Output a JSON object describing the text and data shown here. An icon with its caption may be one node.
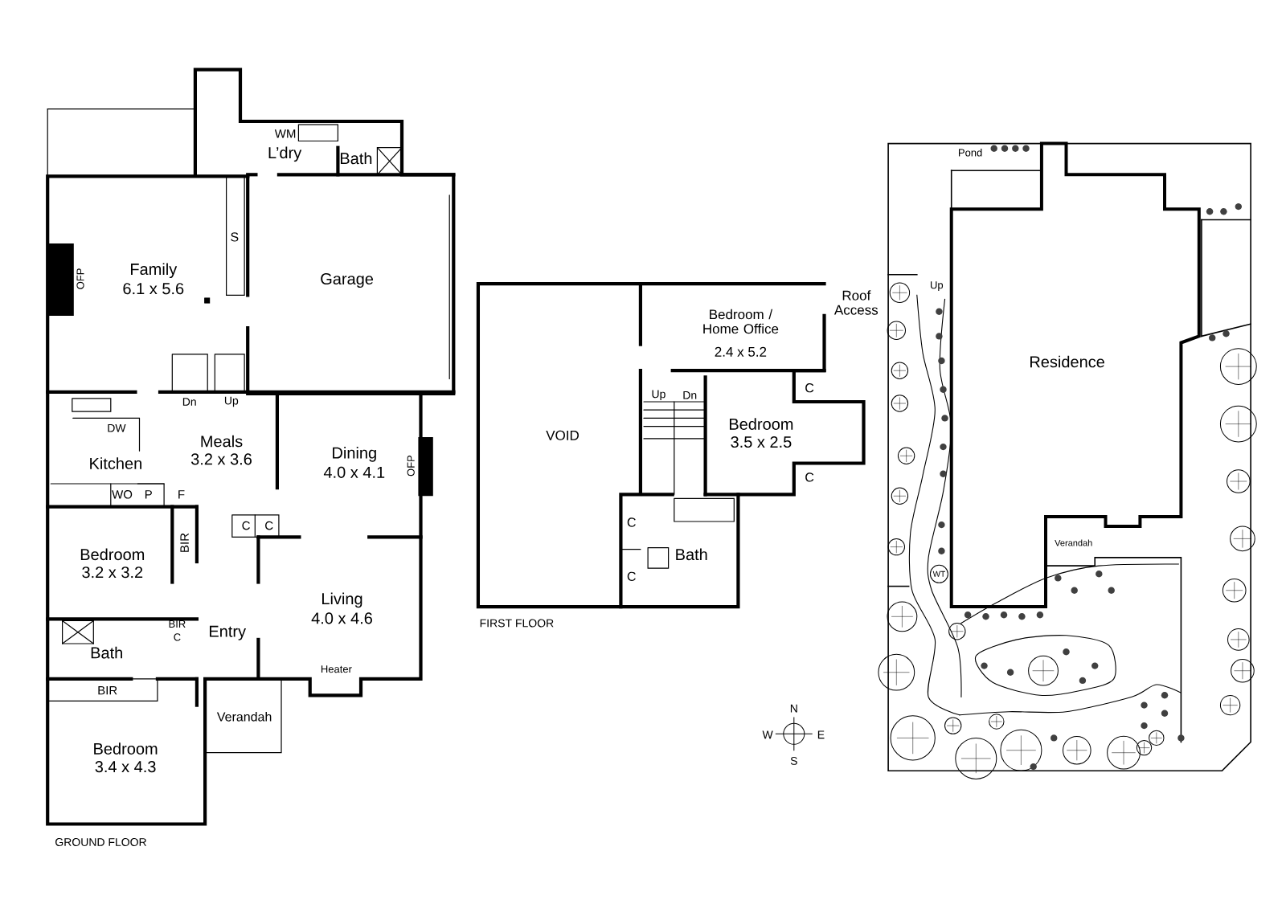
{
  "diagram": {
    "labels": [
      "WM",
      "L’dry",
      "Bath",
      "S",
      "Family",
      "6.1 x 5.6",
      "OFP",
      "Garage",
      "Dn",
      "Up",
      "DW",
      "Kitchen",
      "Meals",
      "3.2 x 3.6",
      "Dining",
      "4.0 x 4.1",
      "OFP",
      "WO",
      "P",
      "F",
      "C",
      "C",
      "Bedroom",
      "3.2 x 3.2",
      "BIR",
      "Living",
      "4.0 x 4.6",
      "BIR",
      "C",
      "Entry",
      "Bath",
      "BIR",
      "Heater",
      "Verandah",
      "Bedroom",
      "3.4 x 4.3",
      "GROUND FLOOR",
      "VOID",
      "Bedroom / Home Office",
      "2.4 x 5.2",
      "Roof Access",
      "C",
      "Up",
      "Dn",
      "Bedroom",
      "3.5 x 2.5",
      "C",
      "C",
      "Bath",
      "C",
      "FIRST FLOOR",
      "N",
      "W",
      "E",
      "S",
      "Pond",
      "Up",
      "Residence",
      "WT",
      "Verandah"
    ]
  }
}
